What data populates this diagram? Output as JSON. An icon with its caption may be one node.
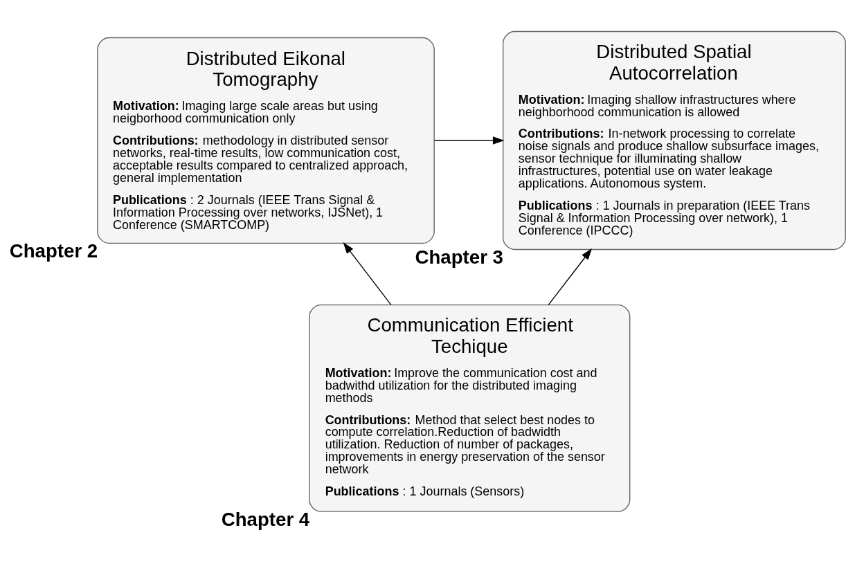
{
  "diagram": {
    "nodes": [
      {
        "text": [
          "Distributed Eikonal Tomography",
          "**Motivation:** Imaging large scale areas but using neigborhood communication only",
          "**Contributions:** methodology in distributed sensor networks, real-time results, low communication cost, acceptable results compared to centralized approach, general implementation",
          "**Publications**: 2 Journals (IEEE Trans Signal & Information Processing over networks, IJSNet), 1 Conference (SMARTCOMP)"
        ],
        "beside": [
          "Chapter 2"
        ]
      },
      {
        "text": [
          "Distributed Spatial Autocorrelation",
          "**Motivation:** Imaging shallow infrastructures where neighborhood communication is allowed",
          "**Contributions:** In-network processing to correlate noise signals and produce shallow subsurface images, sensor technique for illuminating shallow infrastructures, potential use on water leakage applications. Autonomous system.",
          "**Publications**: 1 Journals in preparation (IEEE Trans Signal & Information Processing over network), 1 Conference (IPCCC)"
        ],
        "beside": [
          "Chapter 3"
        ]
      },
      {
        "text": [
          "Communication Efficient Techique",
          "**Motivation:** Improve the communication cost and badwithd utilization for the distributed imaging methods",
          "**Contributions:** Method that select best nodes to compute correlation.Reduction of badwidth utilization. Reduction of number of packages, improvements in energy preservation of the sensor network",
          "**Publications**: 1 Journals (Sensors)"
        ],
        "beside": [
          "Chapter 4"
        ]
      }
    ],
    "edges": [
      {
        "from": 0,
        "to": 1,
        "arrow": "to"
      },
      {
        "from": 2,
        "to": 0,
        "arrow": "to"
      },
      {
        "from": 2,
        "to": 1,
        "arrow": "to"
      }
    ]
  }
}
